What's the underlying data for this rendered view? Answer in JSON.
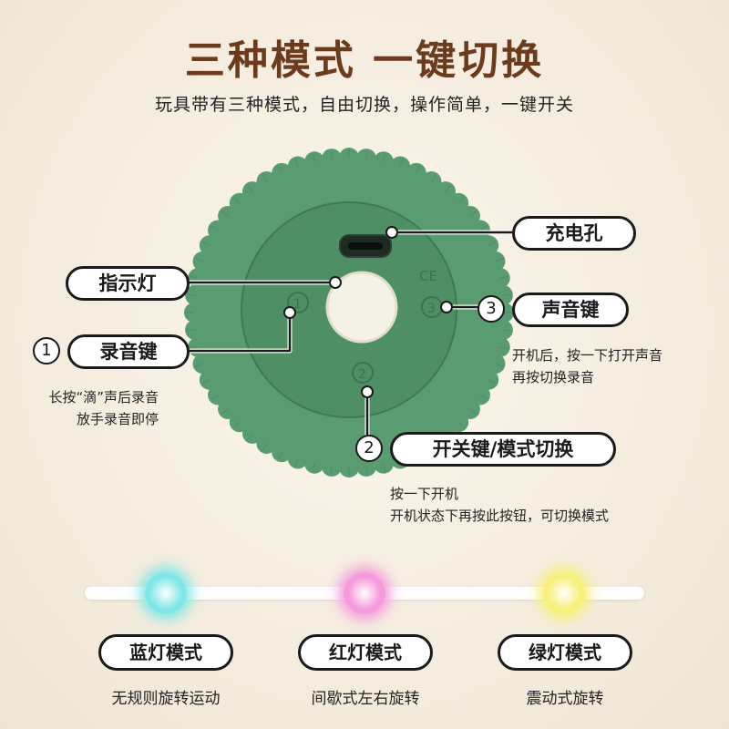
{
  "title": "三种模式 一键切换",
  "subtitle": "玩具带有三种模式，自由切换，操作简单，一键开关",
  "product": {
    "body_color": "#5a9c72",
    "ring_color": "#4f8f66",
    "led_color": "#f4f1e6",
    "embossed": {
      "ce": "CE",
      "b1": "1",
      "b2": "2",
      "b3": "3"
    }
  },
  "callouts": {
    "charge": {
      "label": "充电孔"
    },
    "indicator": {
      "label": "指示灯"
    },
    "voice_key": {
      "label": "声音键",
      "num": "3",
      "note": [
        "开机后，按一下打开声音",
        "再按切换录音"
      ]
    },
    "record_key": {
      "label": "录音键",
      "num": "1",
      "note": [
        "长按“滴”声后录音",
        "放手录音即停"
      ]
    },
    "power_key": {
      "label": "开关键/模式切换",
      "num": "2",
      "note": [
        "按一下开机",
        "开机状态下再按此按钮，可切换模式"
      ]
    }
  },
  "modes": [
    {
      "label": "蓝灯模式",
      "desc": "无规则旋转运动",
      "color": "#7fe8e6"
    },
    {
      "label": "红灯模式",
      "desc": "间歇式左右旋转",
      "color": "#f59adc"
    },
    {
      "label": "绿灯模式",
      "desc": "震动式旋转",
      "color": "#f7f07a"
    }
  ]
}
